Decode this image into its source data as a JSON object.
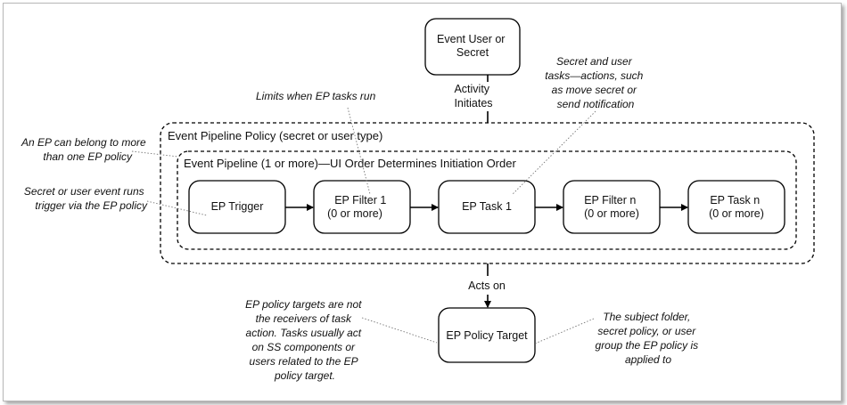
{
  "diagram": {
    "top_node": {
      "lines": [
        "Event User or",
        "Secret"
      ]
    },
    "edge_activity": {
      "lines": [
        "Activity",
        "Initiates"
      ]
    },
    "policy_group": {
      "label": "Event Pipeline Policy (secret or user type)"
    },
    "pipeline_group": {
      "label": "Event Pipeline (1 or more)—UI Order Determines Initiation Order"
    },
    "steps": [
      {
        "lines": [
          "EP Trigger"
        ]
      },
      {
        "lines": [
          "EP Filter 1",
          "(0 or more)"
        ]
      },
      {
        "lines": [
          "EP Task 1"
        ]
      },
      {
        "lines": [
          "EP Filter n",
          "(0 or more)"
        ]
      },
      {
        "lines": [
          "EP Task n",
          "(0 or more)"
        ]
      }
    ],
    "edge_acts_on": {
      "lines": [
        "Acts on"
      ]
    },
    "target_node": {
      "lines": [
        "EP Policy Target"
      ]
    },
    "notes": {
      "limits": {
        "lines": [
          "Limits when EP tasks run"
        ]
      },
      "tasks": {
        "lines": [
          "Secret and user",
          "tasks—actions, such",
          "as move secret or",
          "send notification"
        ]
      },
      "belong": {
        "lines": [
          "An EP can belong to more",
          "than one EP policy"
        ]
      },
      "trigger": {
        "lines": [
          "Secret or user event runs",
          "trigger via the EP policy"
        ]
      },
      "targets": {
        "lines": [
          "EP policy targets are not",
          "the receivers of task",
          "action. Tasks usually act",
          "on SS components  or",
          "users related to the EP",
          "policy target."
        ]
      },
      "subject": {
        "lines": [
          "The subject folder,",
          "secret policy, or user",
          "group the EP policy is",
          "applied to"
        ]
      }
    }
  }
}
